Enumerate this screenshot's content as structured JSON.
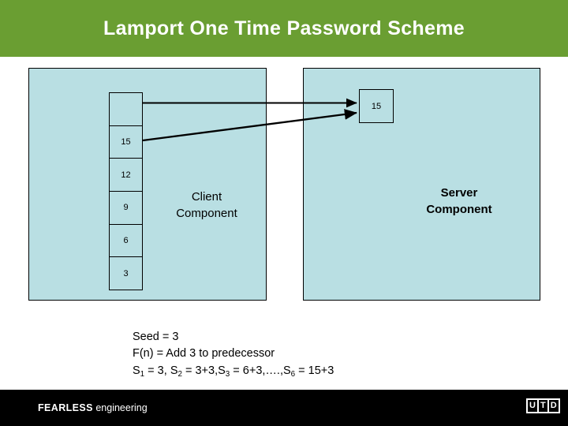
{
  "slide": {
    "title": "Lamport One Time Password Scheme",
    "title_bar_color": "#6a9e32",
    "background_color": "#ffffff"
  },
  "diagram": {
    "panel_fill_color": "#b9dfe3",
    "client_panel": {
      "label": "Client\nComponent",
      "stack": {
        "name": "password-stack",
        "cells": [
          {
            "value": ""
          },
          {
            "value": "15"
          },
          {
            "value": "12"
          },
          {
            "value": "9"
          },
          {
            "value": "6"
          },
          {
            "value": "3"
          }
        ]
      }
    },
    "server_panel": {
      "label": "Server\nComponent",
      "received_box": {
        "value": "15"
      }
    },
    "arrows": [
      {
        "name": "top-horizontal-arrow",
        "from": "stack-top-cell",
        "to": "server-received-box"
      },
      {
        "name": "diagonal-arrow",
        "from": "stack-cell-15",
        "to": "server-received-box"
      }
    ]
  },
  "caption": {
    "line1": "Seed = 3",
    "line2": "F(n) = Add 3 to predecessor",
    "line3": {
      "s1": "S",
      "s1_sub": "1",
      "s1_val": " = 3, ",
      "s2": "S",
      "s2_sub": "2",
      "s2_val": " = 3+3,",
      "s3": "S",
      "s3_sub": "3",
      "s3_val": " = 6+3,….,",
      "s6": "S",
      "s6_sub": "6",
      "s6_val": " = 15+3"
    }
  },
  "footer": {
    "brand_bold": "FEARLESS",
    "brand_rest": " engineering",
    "bar_color": "#000000",
    "logo": {
      "letters": [
        "U",
        "T",
        "D"
      ]
    }
  }
}
